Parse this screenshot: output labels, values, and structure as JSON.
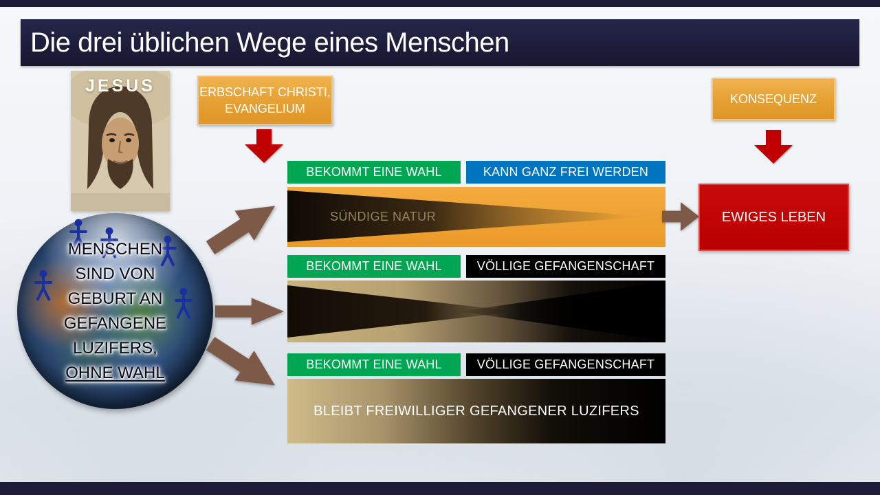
{
  "title": "Die drei üblichen Wege eines Menschen",
  "jesus": {
    "label": "JESUS"
  },
  "gospel_box": {
    "line1": "ERBSCHAFT CHRISTI,",
    "line2": "EVANGELIUM"
  },
  "konsequenz_box": {
    "label": "KONSEQUENZ"
  },
  "result_box": {
    "label": "EWIGES LEBEN"
  },
  "globe": {
    "lines": [
      "MENSCHEN",
      "SIND VON",
      "GEBURT AN",
      "GEFANGENE",
      "LUZIFERS,"
    ],
    "underline": "OHNE WAHL"
  },
  "paths": [
    {
      "choice": "BEKOMMT EINE WAHL",
      "outcome": "KANN GANZ FREI WERDEN",
      "bar_label": "SÜNDIGE NATUR"
    },
    {
      "choice": "BEKOMMT EINE WAHL",
      "outcome": "VÖLLIGE GEFANGENSCHAFT",
      "bar_label": ""
    },
    {
      "choice": "BEKOMMT EINE WAHL",
      "outcome": "VÖLLIGE GEFANGENSCHAFT",
      "bar_label": "BLEIBT FREIWILLIGER GEFANGENER LUZIFERS"
    }
  ],
  "colors": {
    "navy": "#1c1c38",
    "orange_box": "#e6a033",
    "green": "#00a651",
    "blue": "#0074bf",
    "black": "#000000",
    "red": "#c00000",
    "brown_arrow": "#7d5948",
    "bar_orange": "#f0a233"
  }
}
